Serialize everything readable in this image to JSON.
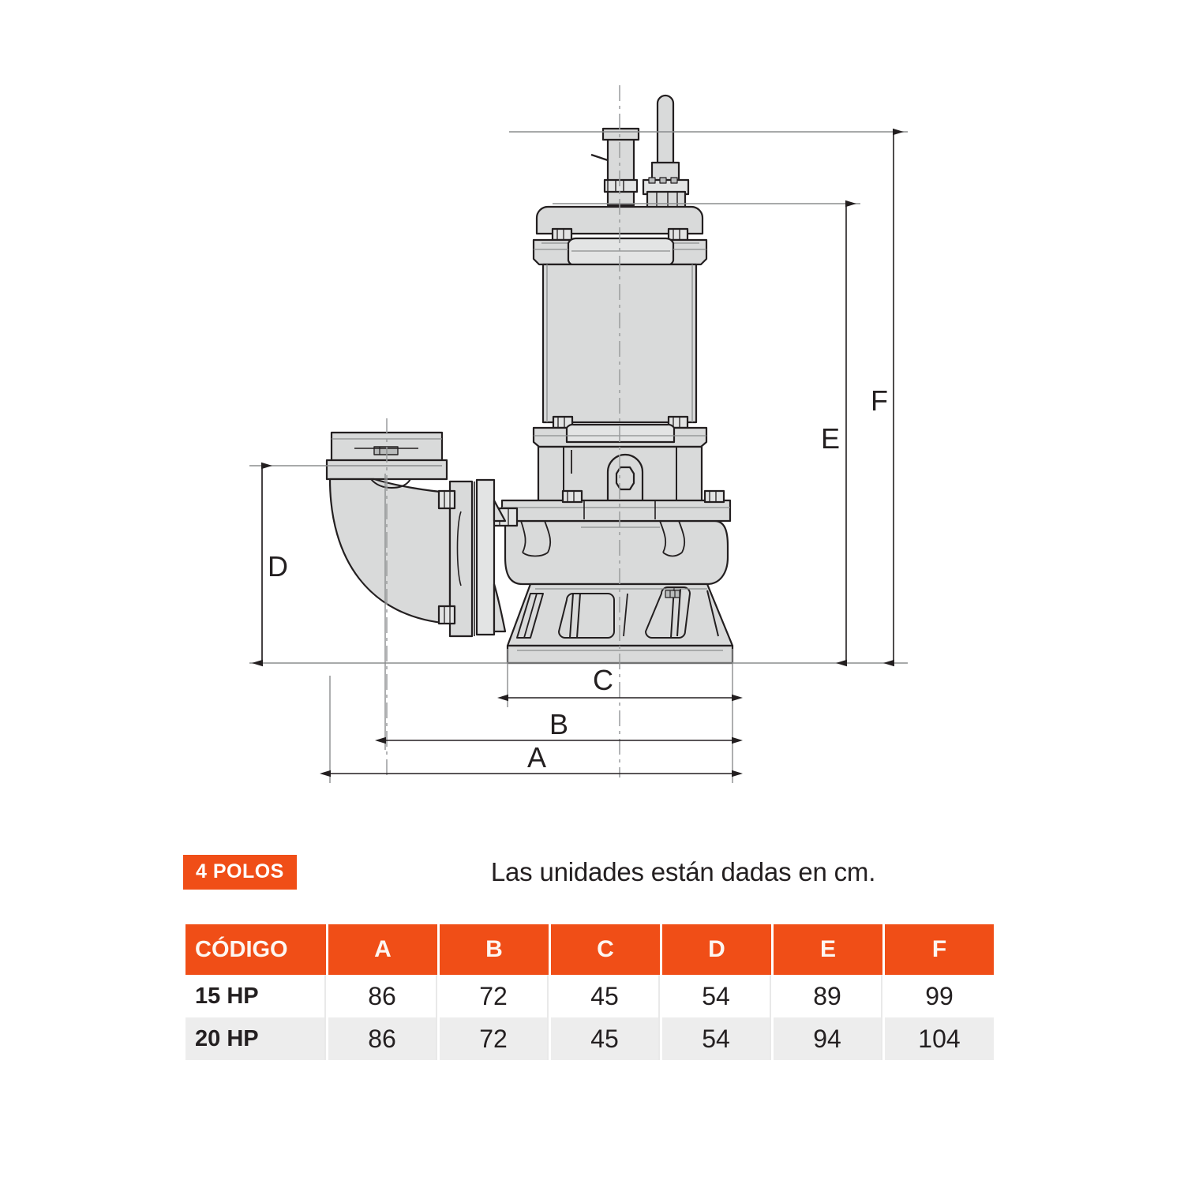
{
  "diagram": {
    "title_hidden": "",
    "dimension_labels": [
      {
        "key": "A",
        "label": "A"
      },
      {
        "key": "B",
        "label": "B"
      },
      {
        "key": "C",
        "label": "C"
      },
      {
        "key": "D",
        "label": "D"
      },
      {
        "key": "E",
        "label": "E"
      },
      {
        "key": "F",
        "label": "F"
      }
    ],
    "colors": {
      "part_fill": "#d9dada",
      "part_fill_light": "#e3e4e4",
      "outline": "#231f20",
      "thin_line": "#8b8d8e",
      "center_line": "#9a9c9d"
    }
  },
  "legend": {
    "badge_label": "4 POLOS",
    "units_note": "Las unidades están dadas en cm.",
    "accent_color": "#f04e17"
  },
  "table": {
    "headers": [
      "CÓDIGO",
      "A",
      "B",
      "C",
      "D",
      "E",
      "F"
    ],
    "rows": [
      {
        "code": "15 HP",
        "values": [
          "86",
          "72",
          "45",
          "54",
          "89",
          "99"
        ]
      },
      {
        "code": "20 HP",
        "values": [
          "86",
          "72",
          "45",
          "54",
          "94",
          "104"
        ]
      }
    ]
  }
}
